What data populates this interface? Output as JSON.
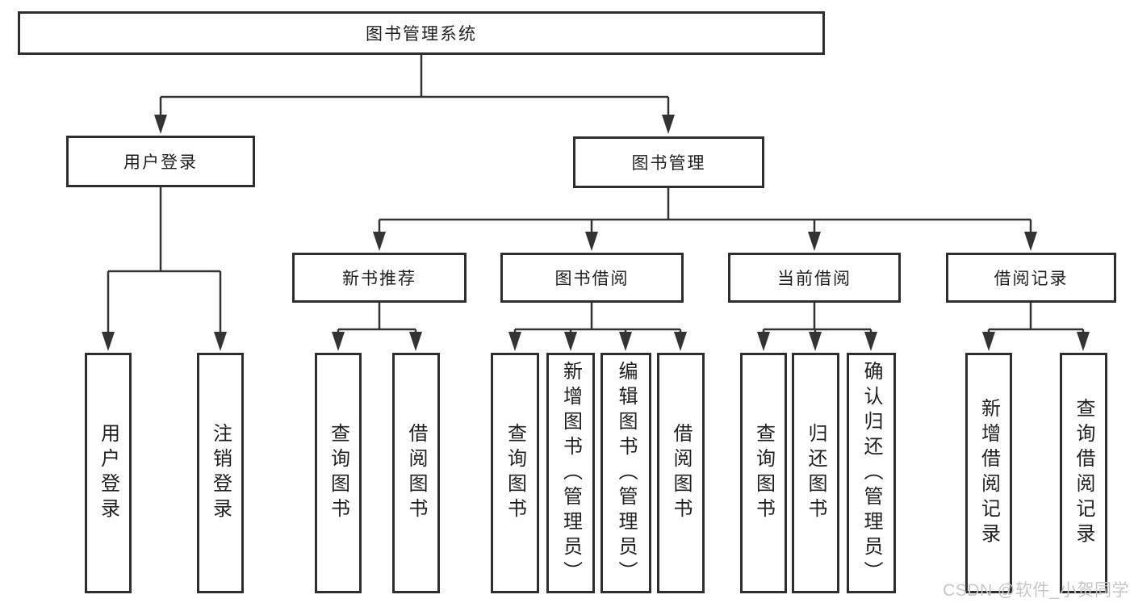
{
  "colors": {
    "line": "#333333",
    "border": "#2e2e2e",
    "text": "#1f1f1f",
    "background": "#ffffff",
    "watermark": "#c6c6c6"
  },
  "tree": {
    "root": {
      "label": "图书管理系统"
    },
    "children": [
      {
        "label": "用户登录",
        "children": [
          {
            "label": "用户登录"
          },
          {
            "label": "注销登录"
          }
        ]
      },
      {
        "label": "图书管理",
        "children": [
          {
            "label": "新书推荐",
            "children": [
              {
                "label": "查询图书"
              },
              {
                "label": "借阅图书"
              }
            ]
          },
          {
            "label": "图书借阅",
            "children": [
              {
                "label": "查询图书"
              },
              {
                "label": "新增图书（管理员）"
              },
              {
                "label": "编辑图书（管理员）"
              },
              {
                "label": "借阅图书"
              }
            ]
          },
          {
            "label": "当前借阅",
            "children": [
              {
                "label": "查询图书"
              },
              {
                "label": "归还图书"
              },
              {
                "label": "确认归还（管理员）"
              }
            ]
          },
          {
            "label": "借阅记录",
            "children": [
              {
                "label": "新增借阅记录"
              },
              {
                "label": "查询借阅记录"
              }
            ]
          }
        ]
      }
    ]
  },
  "watermark": {
    "text": "CSDN @软件_小贺同学"
  }
}
